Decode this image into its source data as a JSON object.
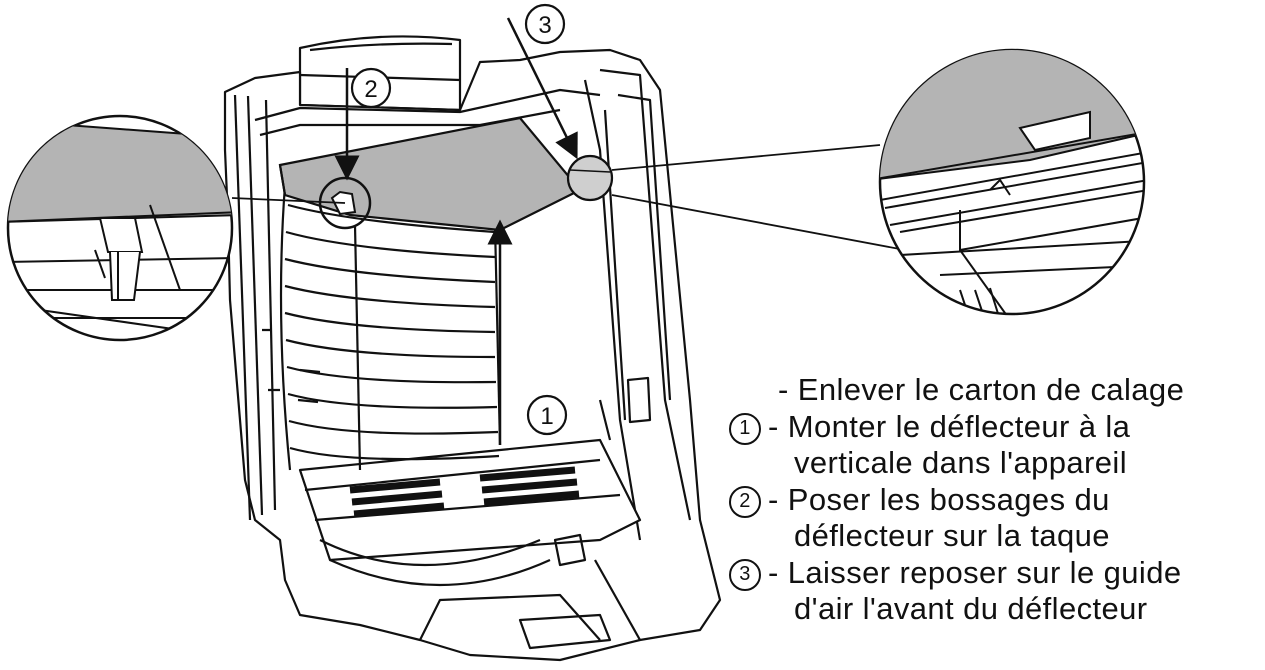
{
  "callouts": [
    {
      "number": "1"
    },
    {
      "number": "2"
    },
    {
      "number": "3"
    }
  ],
  "instructions": {
    "intro": "- Enlever le carton de calage",
    "steps": [
      {
        "number": "1",
        "lines": [
          "- Monter  le déflecteur à la",
          "verticale dans l'appareil"
        ]
      },
      {
        "number": "2",
        "lines": [
          "- Poser les bossages du",
          "déflecteur sur la taque"
        ]
      },
      {
        "number": "3",
        "lines": [
          "- Laisser reposer sur le guide",
          "d'air l'avant du déflecteur"
        ]
      }
    ]
  },
  "colors": {
    "ink": "#111111",
    "shade": "#b4b4b4",
    "paper": "#ffffff"
  }
}
